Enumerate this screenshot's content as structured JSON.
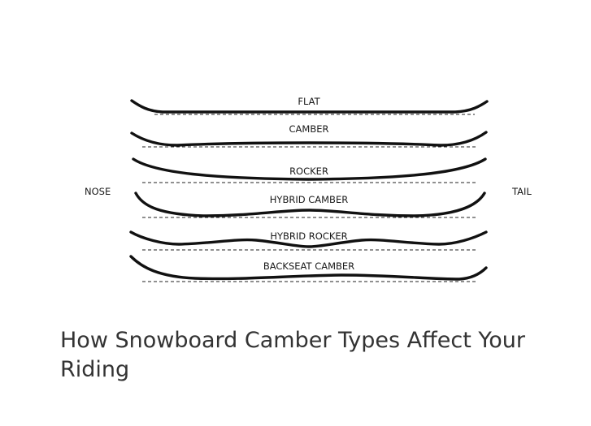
{
  "diagram": {
    "left_label": "NOSE",
    "right_label": "TAIL",
    "profiles": [
      {
        "id": "flat",
        "label": "FLAT"
      },
      {
        "id": "camber",
        "label": "CAMBER"
      },
      {
        "id": "rocker",
        "label": "ROCKER"
      },
      {
        "id": "hybrid-camber",
        "label": "HYBRID CAMBER"
      },
      {
        "id": "hybrid-rocker",
        "label": "HYBRID ROCKER"
      },
      {
        "id": "backseat-camber",
        "label": "BACKSEAT CAMBER"
      }
    ]
  },
  "article": {
    "title": "How Snowboard Camber Types Affect Your Riding"
  }
}
